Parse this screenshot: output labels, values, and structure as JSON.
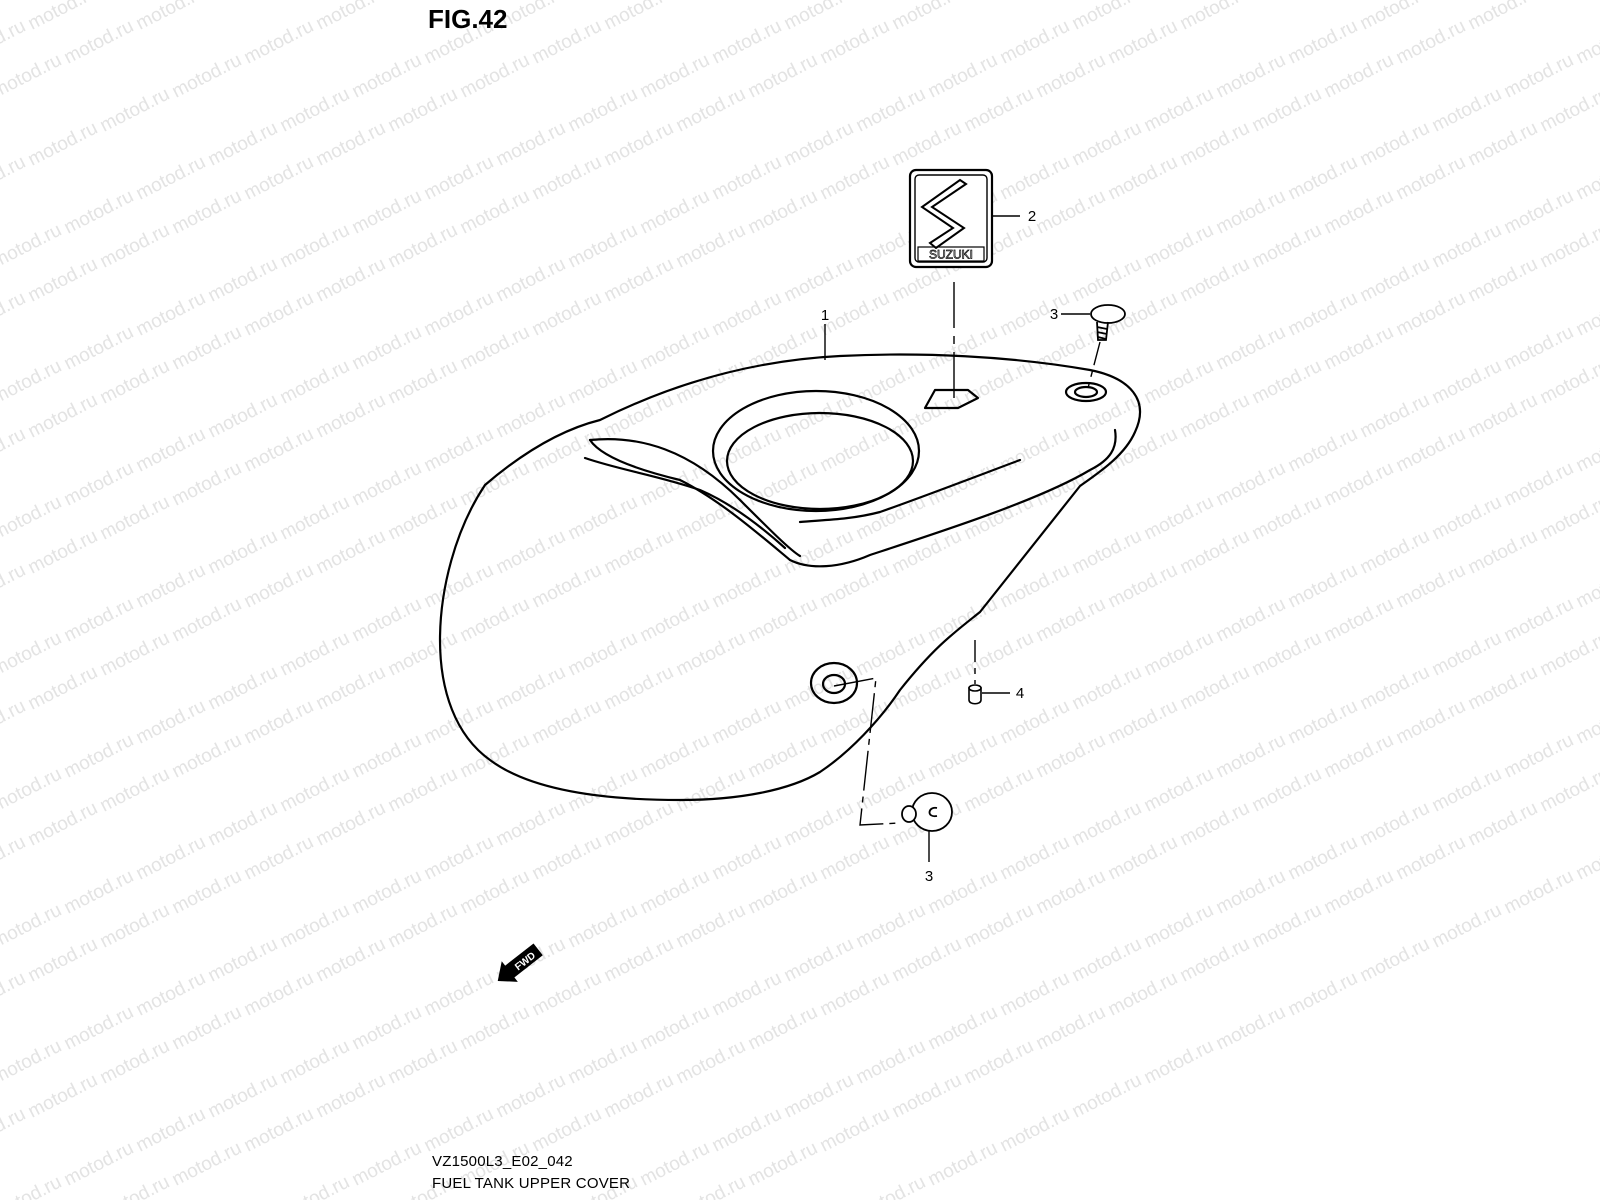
{
  "figure": {
    "title": "FIG.42",
    "code": "VZ1500L3_E02_042",
    "name": "FUEL TANK UPPER COVER"
  },
  "callouts": [
    "1",
    "2",
    "3",
    "3",
    "4"
  ],
  "emblem_text": "SUZUKI",
  "fwd_label": "FWD",
  "watermark": "motod.ru",
  "colors": {
    "line": "#000000",
    "watermark": "#e3e3e3",
    "background": "#ffffff"
  }
}
